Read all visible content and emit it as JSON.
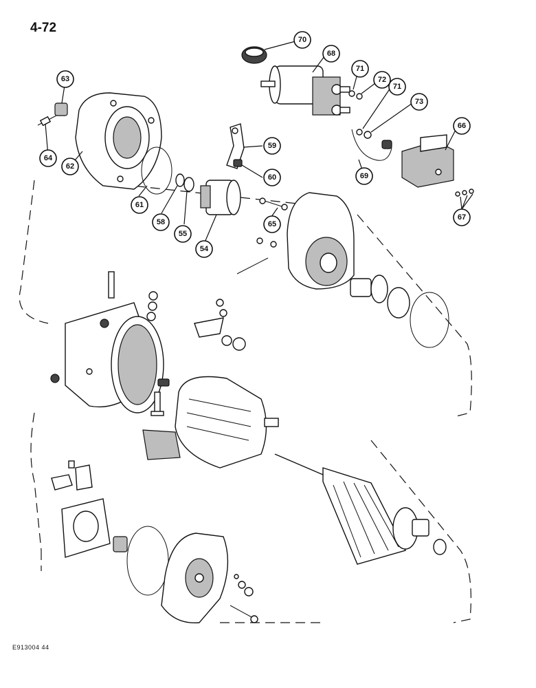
{
  "page": {
    "number": "4-72",
    "figure_code": "E913004 44"
  },
  "callouts": [
    {
      "id": "c70",
      "label": "70"
    },
    {
      "id": "c68",
      "label": "68"
    },
    {
      "id": "c71a",
      "label": "71"
    },
    {
      "id": "c72",
      "label": "72"
    },
    {
      "id": "c71b",
      "label": "71"
    },
    {
      "id": "c73",
      "label": "73"
    },
    {
      "id": "c66",
      "label": "66"
    },
    {
      "id": "c69",
      "label": "69"
    },
    {
      "id": "c67",
      "label": "67"
    },
    {
      "id": "c63",
      "label": "63"
    },
    {
      "id": "c64",
      "label": "64"
    },
    {
      "id": "c62",
      "label": "62"
    },
    {
      "id": "c61",
      "label": "61"
    },
    {
      "id": "c58",
      "label": "58"
    },
    {
      "id": "c55",
      "label": "55"
    },
    {
      "id": "c54",
      "label": "54"
    },
    {
      "id": "c59",
      "label": "59"
    },
    {
      "id": "c60",
      "label": "60"
    },
    {
      "id": "c65",
      "label": "65"
    }
  ]
}
